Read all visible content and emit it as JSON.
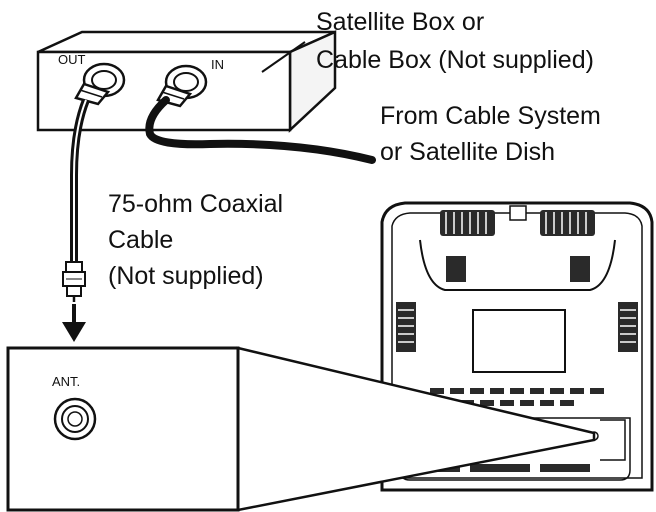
{
  "colors": {
    "ink": "#111111",
    "paper": "#ffffff",
    "panel": "#f4f4f4",
    "grille": "#2a2a2a",
    "shade": "#d9d9d9"
  },
  "box": {
    "out_label": "OUT",
    "in_label": "IN",
    "caption_lines": [
      "Satellite Box or",
      "Cable Box (Not supplied)"
    ]
  },
  "source": {
    "caption_lines": [
      "From Cable System",
      "or Satellite Dish"
    ]
  },
  "cable": {
    "caption_lines": [
      "75-ohm Coaxial",
      "Cable",
      "(Not supplied)"
    ]
  },
  "tv": {
    "ant_label": "ANT."
  },
  "icons": [
    "coax-cable-icon",
    "arrow-down-icon",
    "rf-connector-icon",
    "tv-back-icon"
  ]
}
